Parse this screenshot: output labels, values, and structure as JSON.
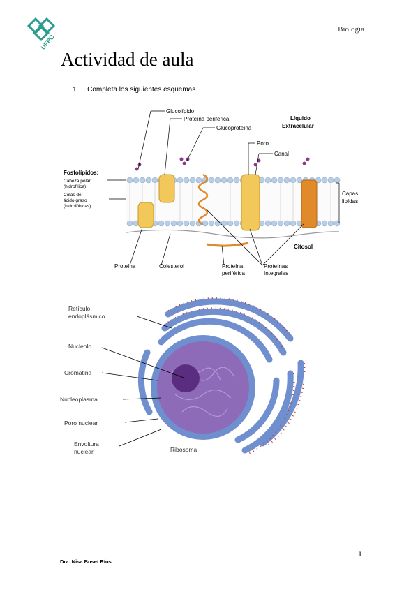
{
  "header": {
    "logo_text": "UFPC",
    "subject": "Biología"
  },
  "page": {
    "title": "Actividad de aula",
    "instruction_number": "1.",
    "instruction_text": "Completa los siguientes esquemas"
  },
  "membrane_diagram": {
    "labels": {
      "glucolipido": "Glucolípido",
      "proteina_periferica_top": "Proteína periférica",
      "glucoproteina": "Glucoproteína",
      "liquido_1": "Líquido",
      "liquido_2": "Extracelular",
      "poro": "Poro",
      "canal": "Canal",
      "fosfolipidos": "Fosfolípidos:",
      "cabeza_1": "Cabeza polar",
      "cabeza_2": "(hidrofílica)",
      "colas_1": "Colas de",
      "colas_2": "ácido graso",
      "colas_3": "(hidrofóbicas)",
      "capas_1": "Capas",
      "capas_2": "lipídas",
      "citosol": "Citosol",
      "proteina": "Proteína",
      "colesterol": "Colesterol",
      "proteina_periferica_bottom_1": "Proteína",
      "proteina_periferica_bottom_2": "periférica",
      "proteinas_integrales_1": "Proteínas",
      "proteinas_integrales_2": "Integrales"
    }
  },
  "nucleus_diagram": {
    "labels": {
      "reticulo_1": "Retículo",
      "reticulo_2": "endoplásmico",
      "nucleolo": "Nucleolo",
      "cromatina": "Cromatina",
      "nucleoplasma": "Nucleoplasma",
      "poro_nuclear": "Poro nuclear",
      "envoltura_1": "Envoltura",
      "envoltura_2": "nuclear",
      "ribosoma": "Ribosoma"
    }
  },
  "footer": {
    "author": "Dra. Nisa Buset Ríos",
    "page_number": "1"
  },
  "colors": {
    "logo": "#2a9d8f",
    "membrane_head": "#b8cde6",
    "protein": "#f2c85b",
    "protein_orange": "#e08a2a",
    "glyco": "#8b3a8b",
    "er": "#6f8fcf",
    "ribosome": "#c0392b",
    "nucleus": "#8e6bb8",
    "nucleolus": "#5b2d80"
  }
}
